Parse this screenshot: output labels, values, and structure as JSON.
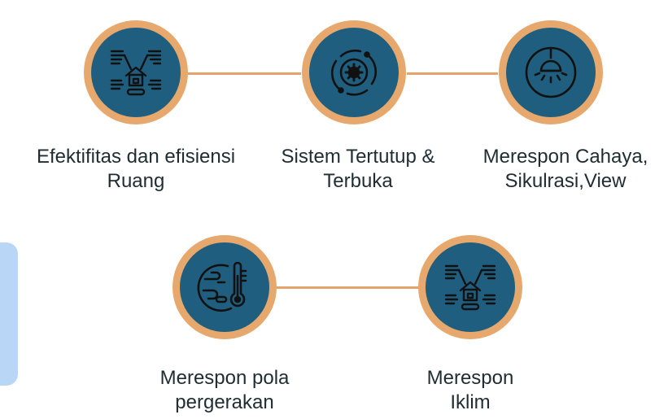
{
  "colors": {
    "ring": "#e6a86c",
    "fill": "#1f5e7f",
    "connector": "#e7a46a",
    "icon_stroke": "#111111",
    "side_tab": "#b9d6f6",
    "text": "#1f2d33"
  },
  "nodes": [
    {
      "id": "ruang",
      "icon": "house-network-icon",
      "label_lines": [
        "Efektifitas dan efisiensi",
        "Ruang"
      ]
    },
    {
      "id": "sistem",
      "icon": "gear-orbit-icon",
      "label_lines": [
        "Sistem Tertutup &",
        "Terbuka"
      ]
    },
    {
      "id": "cahaya",
      "icon": "ceiling-lamp-icon",
      "label_lines": [
        "Merespon Cahaya,",
        "Sikulrasi,View"
      ]
    },
    {
      "id": "pola",
      "icon": "globe-thermometer-icon",
      "label_lines": [
        "Merespon pola",
        "pergerakan"
      ]
    },
    {
      "id": "iklim",
      "icon": "house-network-icon",
      "label_lines": [
        "Merespon",
        "Iklim"
      ]
    }
  ]
}
